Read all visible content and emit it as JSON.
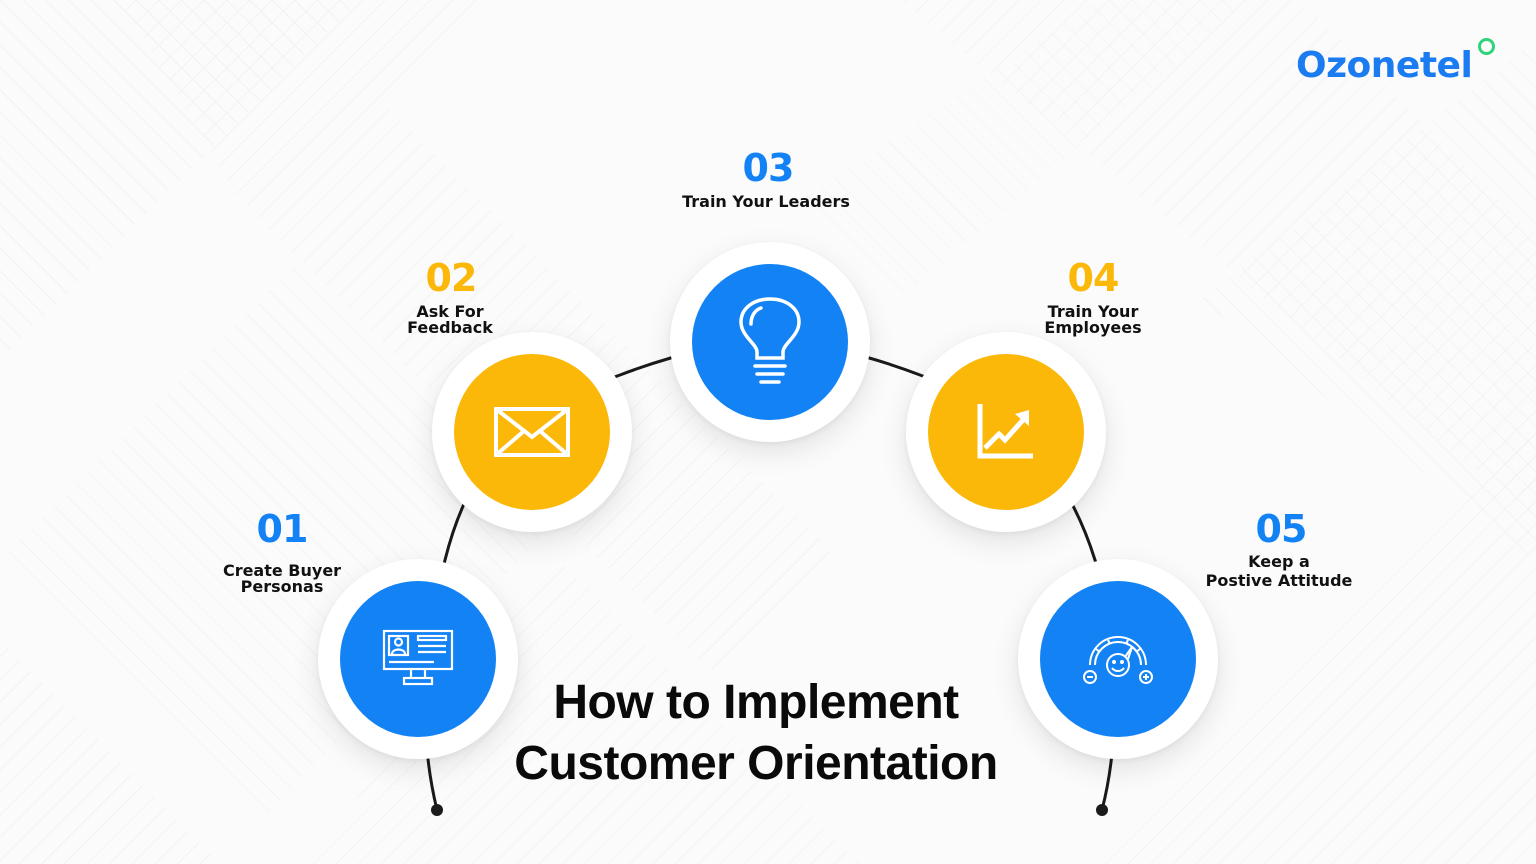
{
  "brand": {
    "name": "Ozonetel",
    "color": "#1a7cf0",
    "dot_color": "#2ed47a"
  },
  "title": {
    "line1": "How to Implement",
    "line2": "Customer Orientation"
  },
  "colors": {
    "blue": "#1282f5",
    "yellow": "#fbb808",
    "text": "#111111",
    "arc": "#1a1a1a"
  },
  "steps": [
    {
      "number": "01",
      "label_line1": "Create Buyer",
      "label_line2": "Personas",
      "icon": "monitor-profile-icon",
      "color": "blue"
    },
    {
      "number": "02",
      "label_line1": "Ask For",
      "label_line2": "Feedback",
      "icon": "envelope-icon",
      "color": "yellow"
    },
    {
      "number": "03",
      "label_line1": "Train Your Leaders",
      "label_line2": "",
      "icon": "lightbulb-icon",
      "color": "blue"
    },
    {
      "number": "04",
      "label_line1": "Train Your",
      "label_line2": "Employees",
      "icon": "growth-chart-icon",
      "color": "yellow"
    },
    {
      "number": "05",
      "label_line1": "Keep a",
      "label_line2": "Postive Attitude",
      "icon": "mood-gauge-icon",
      "color": "blue"
    }
  ]
}
